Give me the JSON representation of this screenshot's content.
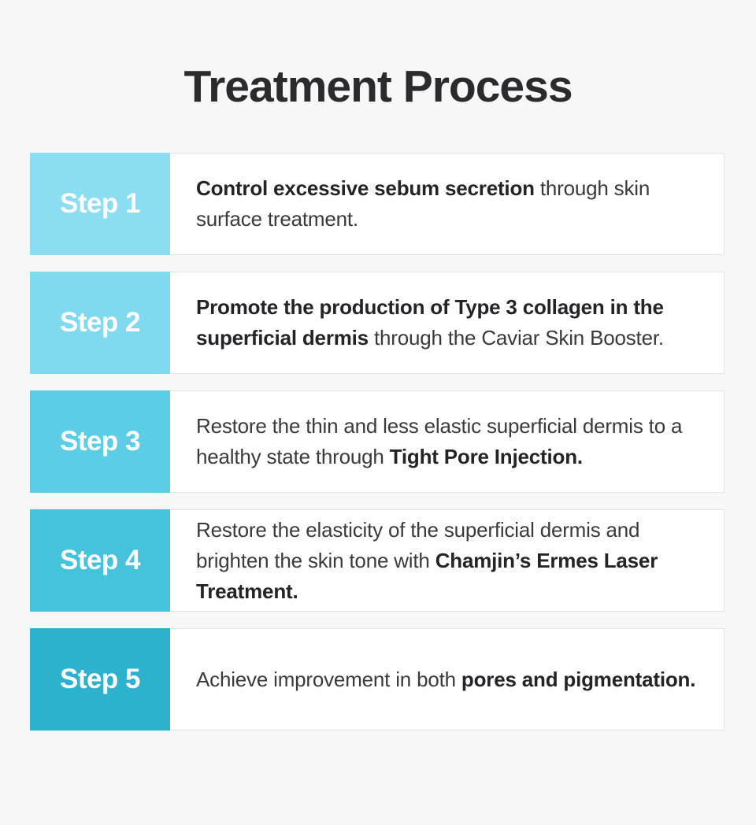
{
  "title": "Treatment Process",
  "steps": [
    {
      "label": "Step 1",
      "color": "#8bddf1",
      "segments": [
        {
          "text": "Control excessive sebum secretion",
          "bold": true
        },
        {
          "text": " through skin surface treatment.",
          "bold": false
        }
      ]
    },
    {
      "label": "Step 2",
      "color": "#7fdaf0",
      "segments": [
        {
          "text": "Promote the production of Type 3 collagen in the superficial dermis",
          "bold": true
        },
        {
          "text": " through the Caviar Skin Booster.",
          "bold": false
        }
      ]
    },
    {
      "label": "Step 3",
      "color": "#5bcde4",
      "segments": [
        {
          "text": "Restore the thin and less elastic superficial dermis to a healthy state through ",
          "bold": false
        },
        {
          "text": "Tight Pore Injection.",
          "bold": true
        }
      ]
    },
    {
      "label": "Step 4",
      "color": "#46c3dc",
      "segments": [
        {
          "text": "Restore the elasticity of the superficial dermis and brighten the skin tone with ",
          "bold": false
        },
        {
          "text": "Chamjin’s Ermes Laser Treatment.",
          "bold": true
        }
      ]
    },
    {
      "label": "Step 5",
      "color": "#2cb2cd",
      "segments": [
        {
          "text": "Achieve improvement in both ",
          "bold": false
        },
        {
          "text": "pores and pigmentation.",
          "bold": true
        }
      ]
    }
  ]
}
